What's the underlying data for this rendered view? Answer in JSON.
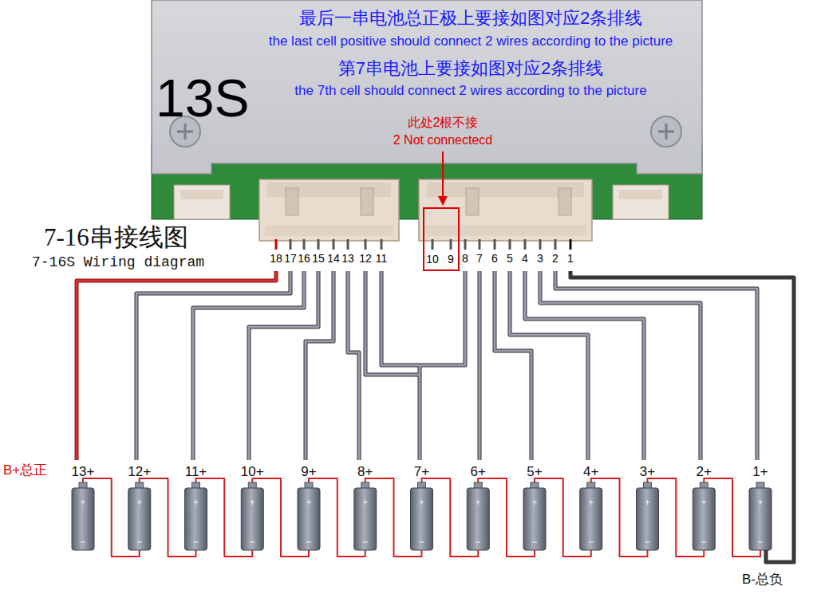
{
  "diagram": {
    "title": "7-16串接线图",
    "nodes": [
      {
        "text": [
          "13S",
          "最后一串电池总正极上要接如图对应2条排线",
          "the last cell positive should connect 2 wires according to the picture",
          "第7串电池上要接如图对应2条排线",
          "the 7th cell should connect 2 wires according to the picture"
        ]
      },
      {
        "text": [
          "10",
          "9"
        ]
      }
    ],
    "labels": [
      "此处2根不接",
      "2 Not connectecd",
      "7-16S Wiring diagram",
      "18",
      "17",
      "16",
      "15",
      "14",
      "13",
      "12",
      "11",
      "8",
      "7",
      "6",
      "5",
      "4",
      "3",
      "2",
      "1",
      "B+总正",
      "13+",
      "12+",
      "11+",
      "10+",
      "9+",
      "8+",
      "7+",
      "6+",
      "5+",
      "4+",
      "3+",
      "2+",
      "1+",
      "B-总负"
    ]
  }
}
